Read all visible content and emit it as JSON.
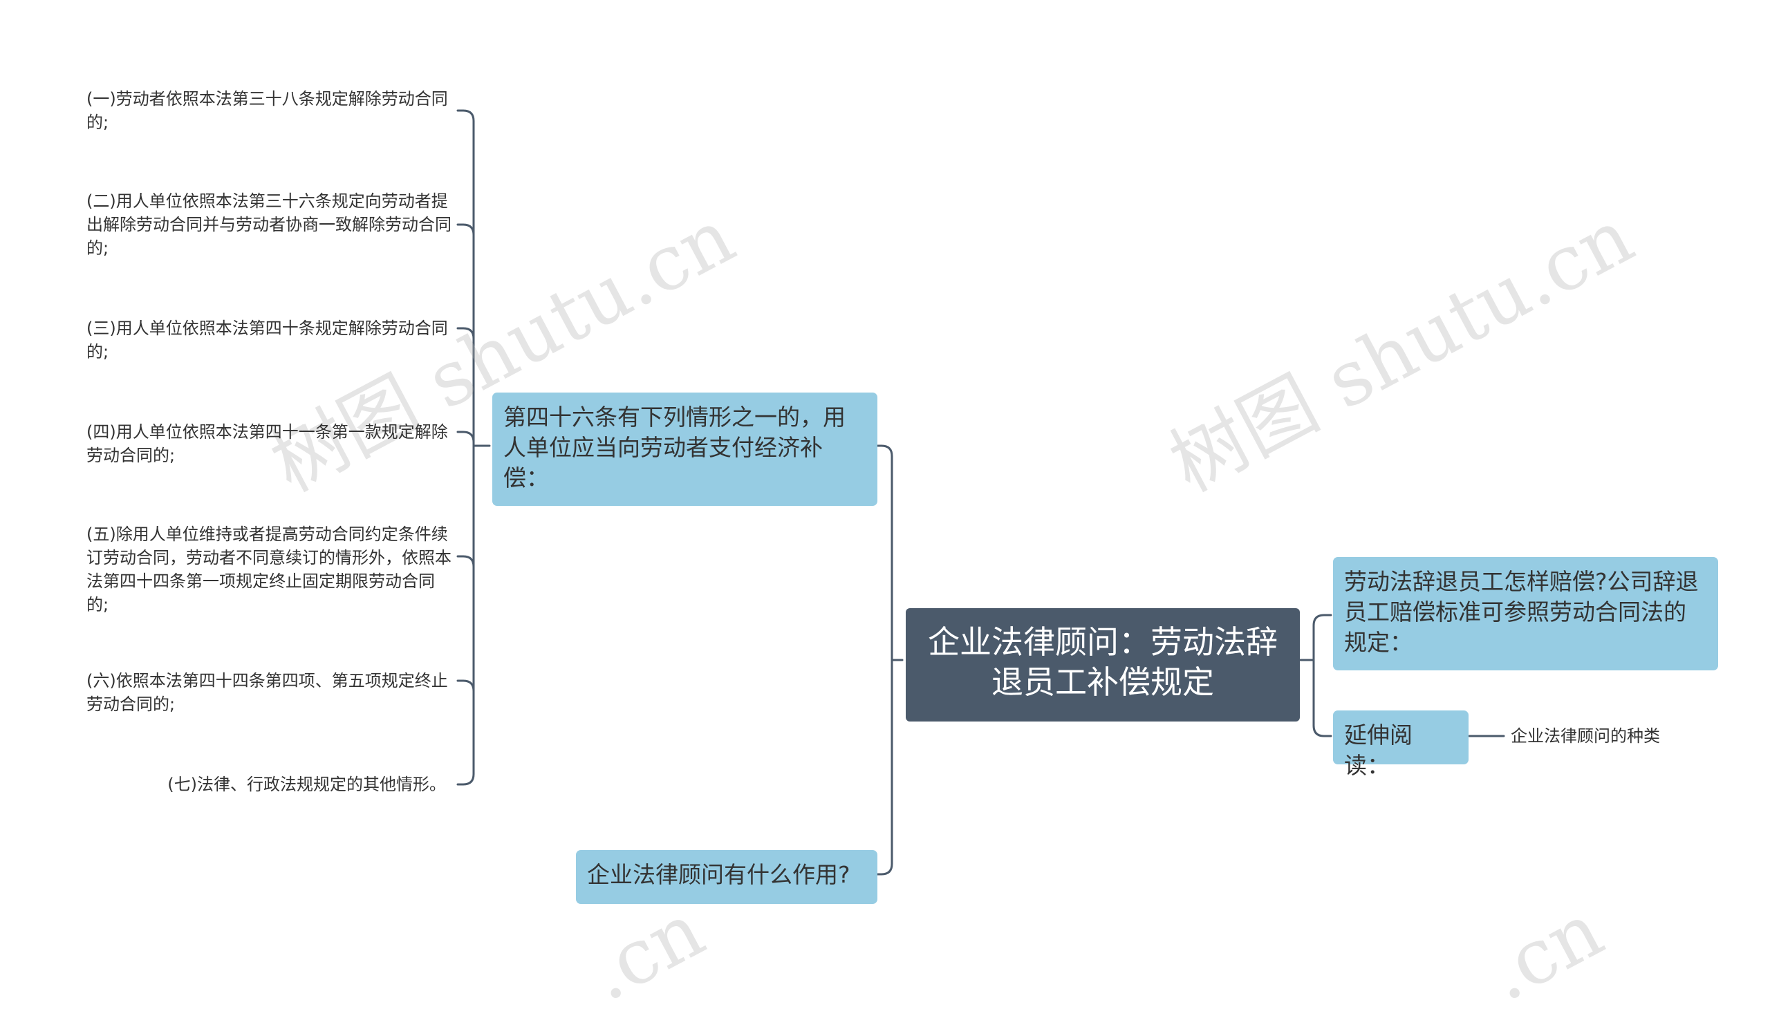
{
  "watermarks": [
    "树图 shutu.cn",
    "树图 shutu.cn",
    ".cn",
    ".cn"
  ],
  "root": {
    "title": "企业法律顾问：劳动法辞退员工补偿规定"
  },
  "left_branches": [
    {
      "label": "第四十六条有下列情形之一的，用人单位应当向劳动者支付经济补偿：",
      "children": [
        "(一)劳动者依照本法第三十八条规定解除劳动合同的;",
        "(二)用人单位依照本法第三十六条规定向劳动者提出解除劳动合同并与劳动者协商一致解除劳动合同的;",
        "(三)用人单位依照本法第四十条规定解除劳动合同的;",
        "(四)用人单位依照本法第四十一条第一款规定解除劳动合同的;",
        "(五)除用人单位维持或者提高劳动合同约定条件续订劳动合同，劳动者不同意续订的情形外，依照本法第四十四条第一项规定终止固定期限劳动合同的;",
        "(六)依照本法第四十四条第四项、第五项规定终止劳动合同的;",
        "(七)法律、行政法规规定的其他情形。"
      ]
    },
    {
      "label": "企业法律顾问有什么作用?",
      "children": []
    }
  ],
  "right_branches": [
    {
      "label": "劳动法辞退员工怎样赔偿?公司辞退员工赔偿标准可参照劳动合同法的规定：",
      "children": []
    },
    {
      "label": "延伸阅读：",
      "children": [
        "企业法律顾问的种类"
      ]
    }
  ]
}
